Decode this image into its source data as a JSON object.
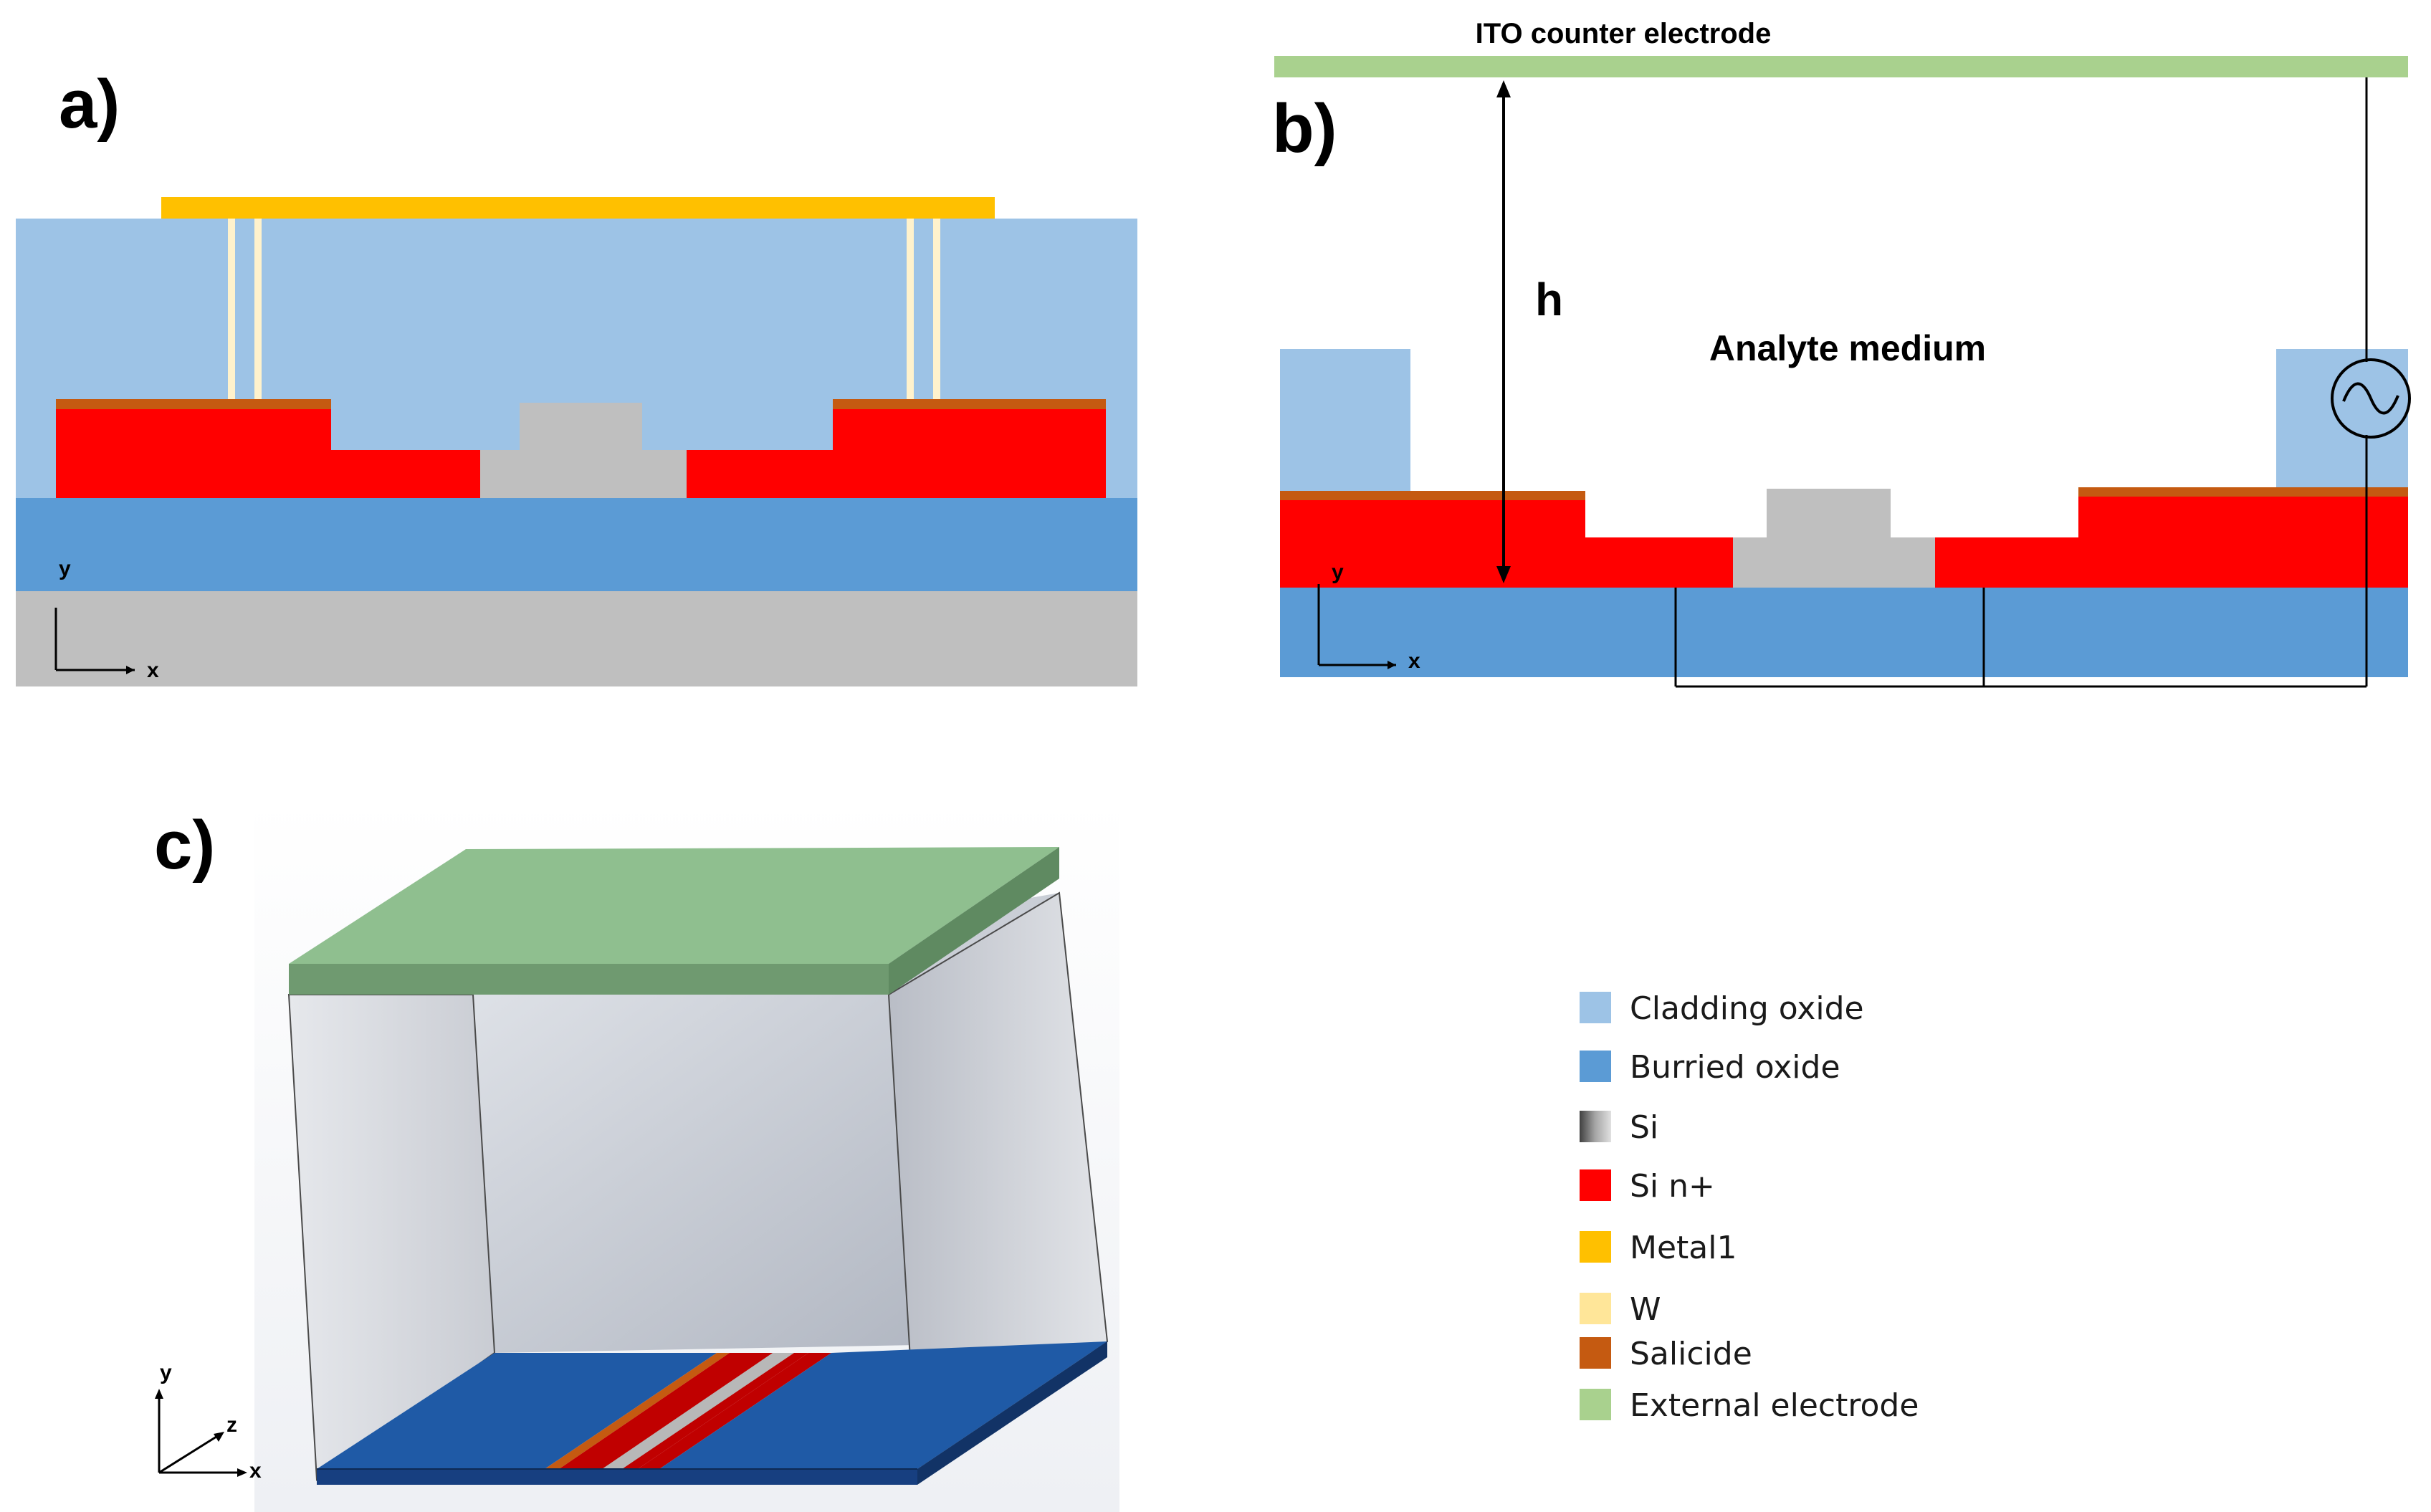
{
  "panels": {
    "a": {
      "label": "a)"
    },
    "b": {
      "label": "b)",
      "electrode_label": "ITO counter electrode",
      "height_label": "h",
      "medium_label": "Analyte medium"
    },
    "c": {
      "label": "c)"
    }
  },
  "axes": {
    "x": "x",
    "y": "y",
    "z": "z"
  },
  "legend": [
    {
      "label": "Cladding oxide",
      "color": "#9dc3e6"
    },
    {
      "label": "Burried oxide",
      "color": "#5b9bd5"
    },
    {
      "label": "Si",
      "color": "#a6a6a6"
    },
    {
      "label": "Si n+",
      "color": "#ff0000"
    },
    {
      "label": "Metal1",
      "color": "#ffc000"
    },
    {
      "label": "W",
      "color": "#ffe699"
    },
    {
      "label": "Salicide",
      "color": "#c55a11"
    },
    {
      "label": "External electrode",
      "color": "#a9d18e"
    }
  ],
  "colors": {
    "cladding": "#9dc3e6",
    "box": "#5b9bd5",
    "substrate": "#bfbfbf",
    "si": "#bfbfbf",
    "sin": "#ff0000",
    "metal1": "#ffc000",
    "w": "#fff2cc",
    "salicide": "#c55a11",
    "electrode": "#a9d18e"
  }
}
